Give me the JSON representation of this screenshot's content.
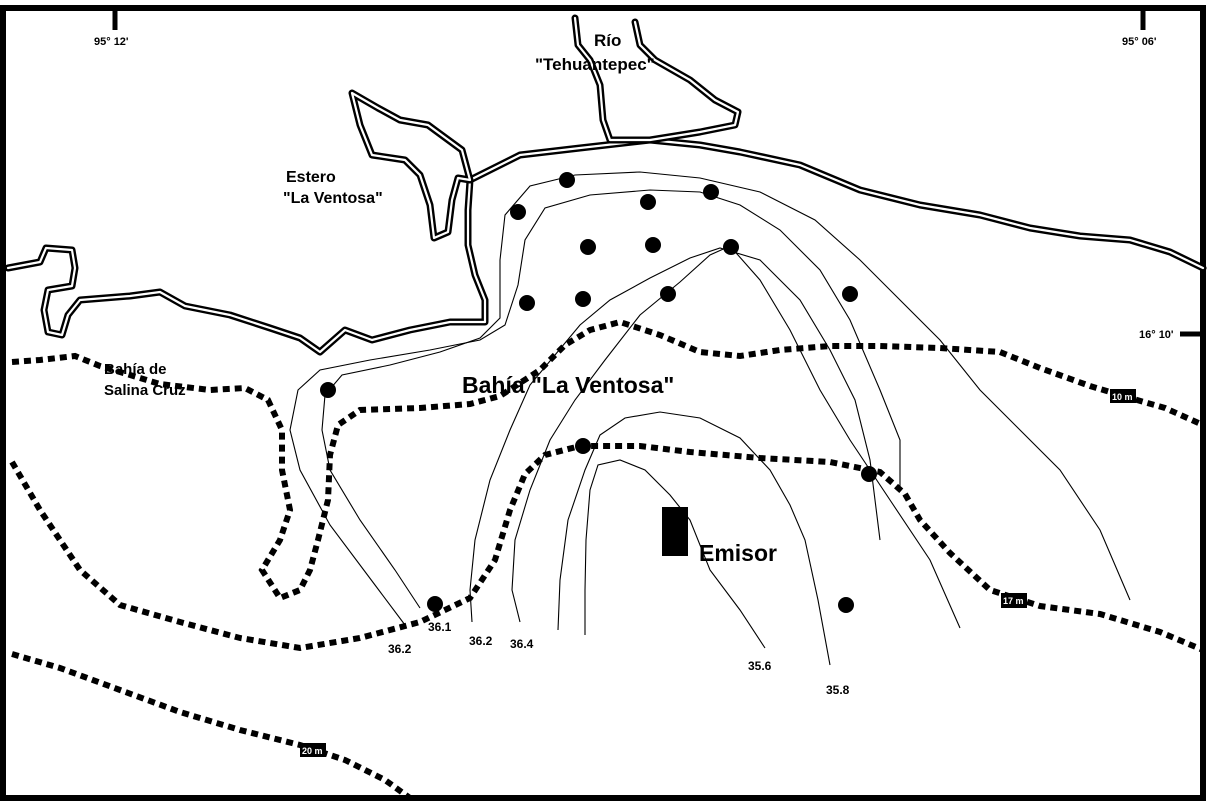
{
  "map": {
    "graticule": {
      "lon_left": "95° 12'",
      "lon_right": "95° 06'",
      "lat_right": "16° 10'"
    },
    "place_labels": {
      "river_line1": "Río",
      "river_line2": "\"Tehuantepec\"",
      "estuary_line1": "Estero",
      "estuary_line2": "\"La Ventosa\"",
      "bay_salina_line1": "Bahía de",
      "bay_salina_line2": "Salina Cruz",
      "bay_ventosa": "Bahía \"La Ventosa\"",
      "outfall": "Emisor"
    },
    "isoline_labels": [
      "36.1",
      "36.2",
      "36.2",
      "36.4",
      "35.6",
      "35.8"
    ],
    "depth_labels": [
      "10 m",
      "17 m",
      "20 m"
    ]
  }
}
